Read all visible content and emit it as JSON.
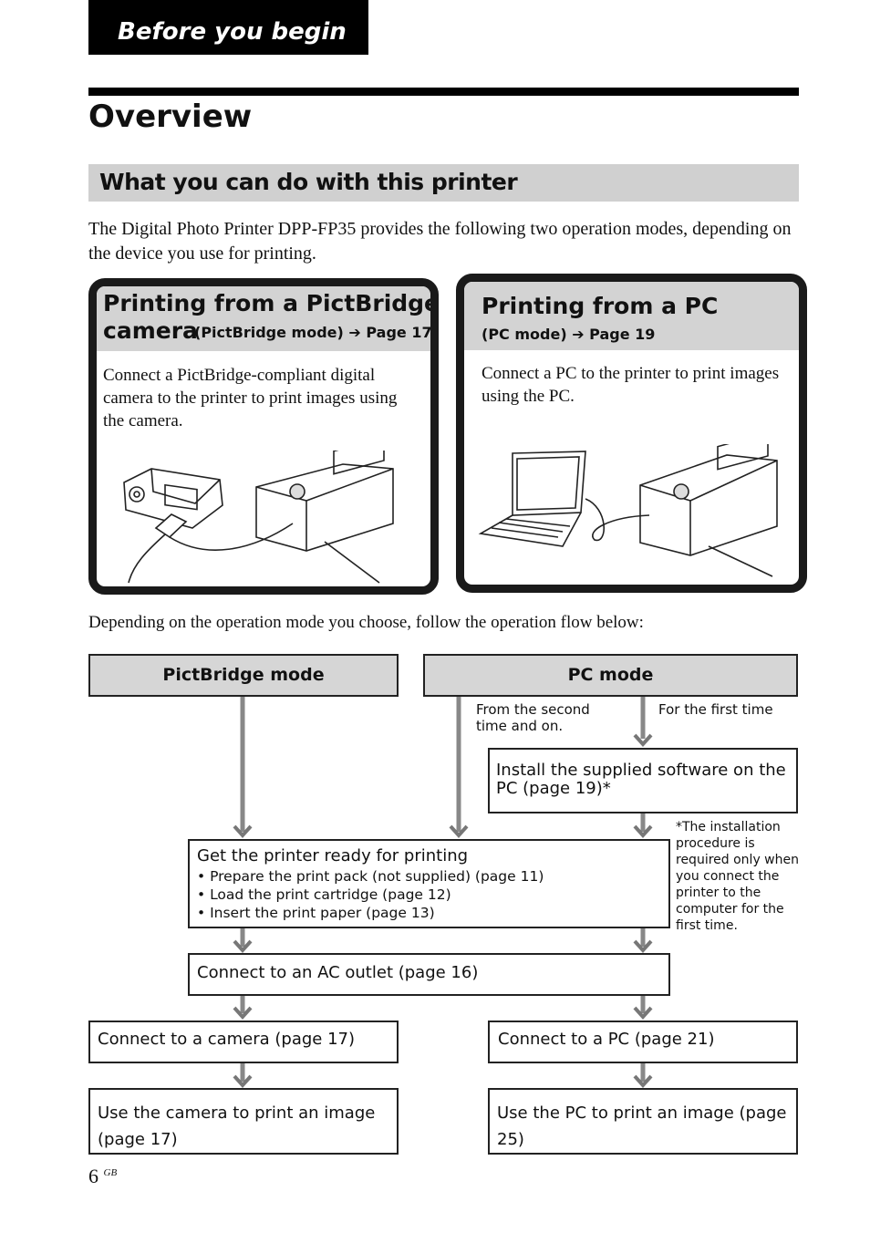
{
  "section_tab": "Before you begin",
  "title": "Overview",
  "subtitle": "What you can do with this printer",
  "intro": "The Digital Photo Printer DPP-FP35 provides the following two operation modes, depending on the device you use for printing.",
  "panels": {
    "pictbridge": {
      "title_line1": "Printing from a PictBridge",
      "title_line2": "camera",
      "mode_ref": "(PictBridge mode) ➔ Page 17",
      "body": "Connect a PictBridge-compliant digital camera to the printer to print images using the camera."
    },
    "pc": {
      "title": "Printing from a PC",
      "mode_ref": "(PC mode) ➔ Page 19",
      "body": "Connect a PC to the printer to print images using the PC."
    }
  },
  "flow_intro": "Depending on the operation mode you choose, follow the operation flow below:",
  "flow": {
    "pictbridge_header": "PictBridge mode",
    "pc_header": "PC mode",
    "from_second": "From the  second time and on.",
    "first_time": "For the first time",
    "install": "Install the supplied software on the PC (page 19)*",
    "install_note": "*The installation procedure is required only when you connect the printer to the computer for the first time.",
    "ready_title": "Get the printer ready for printing",
    "ready_items": [
      "• Prepare the print pack (not supplied) (page 11)",
      "• Load the print cartridge (page 12)",
      "• Insert the print paper (page 13)"
    ],
    "ac": "Connect to an AC outlet  (page 16)",
    "connect_camera": "Connect to a camera  (page 17)",
    "connect_pc": "Connect to a PC (page 21)",
    "use_camera": "Use the camera to print an image (page 17)",
    "use_pc": "Use the PC to print an image (page 25)"
  },
  "footer": {
    "page": "6",
    "suffix": "GB"
  }
}
